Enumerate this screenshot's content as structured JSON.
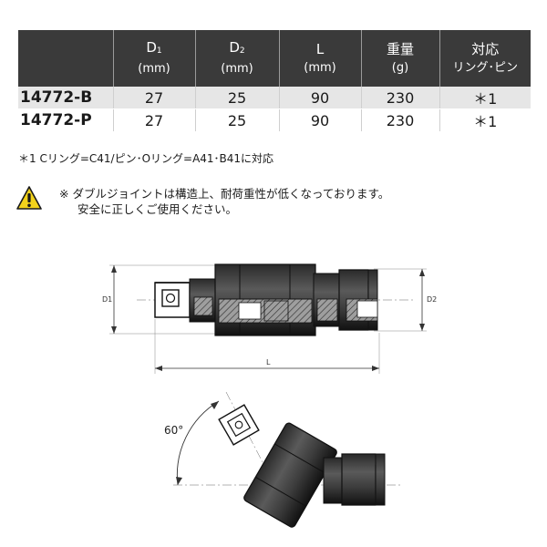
{
  "spec_table": {
    "headers": [
      {
        "label": "",
        "sub": ""
      },
      {
        "label": "D",
        "subscript": "1",
        "sub": "(mm)"
      },
      {
        "label": "D",
        "subscript": "2",
        "sub": "(mm)"
      },
      {
        "label": "L",
        "sub": "(mm)"
      },
      {
        "label": "重量",
        "sub": "(g)"
      },
      {
        "label": "対応",
        "sub": "リング･ピン"
      }
    ],
    "rows": [
      {
        "model": "14772-B",
        "d1": "27",
        "d2": "25",
        "l": "90",
        "weight": "230",
        "ring_pin": "＊1"
      },
      {
        "model": "14772-P",
        "d1": "27",
        "d2": "25",
        "l": "90",
        "weight": "230",
        "ring_pin": "＊1"
      }
    ]
  },
  "footnote": "＊1 Cリング=C41/ピン･Oリング=A41･B41に対応",
  "warning": {
    "icon": "caution-triangle-icon",
    "line1": "※ ダブルジョイントは構造上、耐荷重性が低くなっております。",
    "line2": "安全に正しくご使用ください。"
  },
  "drawing": {
    "d1_label": "D1",
    "d2_label": "D2",
    "l_label": "L",
    "angle_label": "60°"
  }
}
